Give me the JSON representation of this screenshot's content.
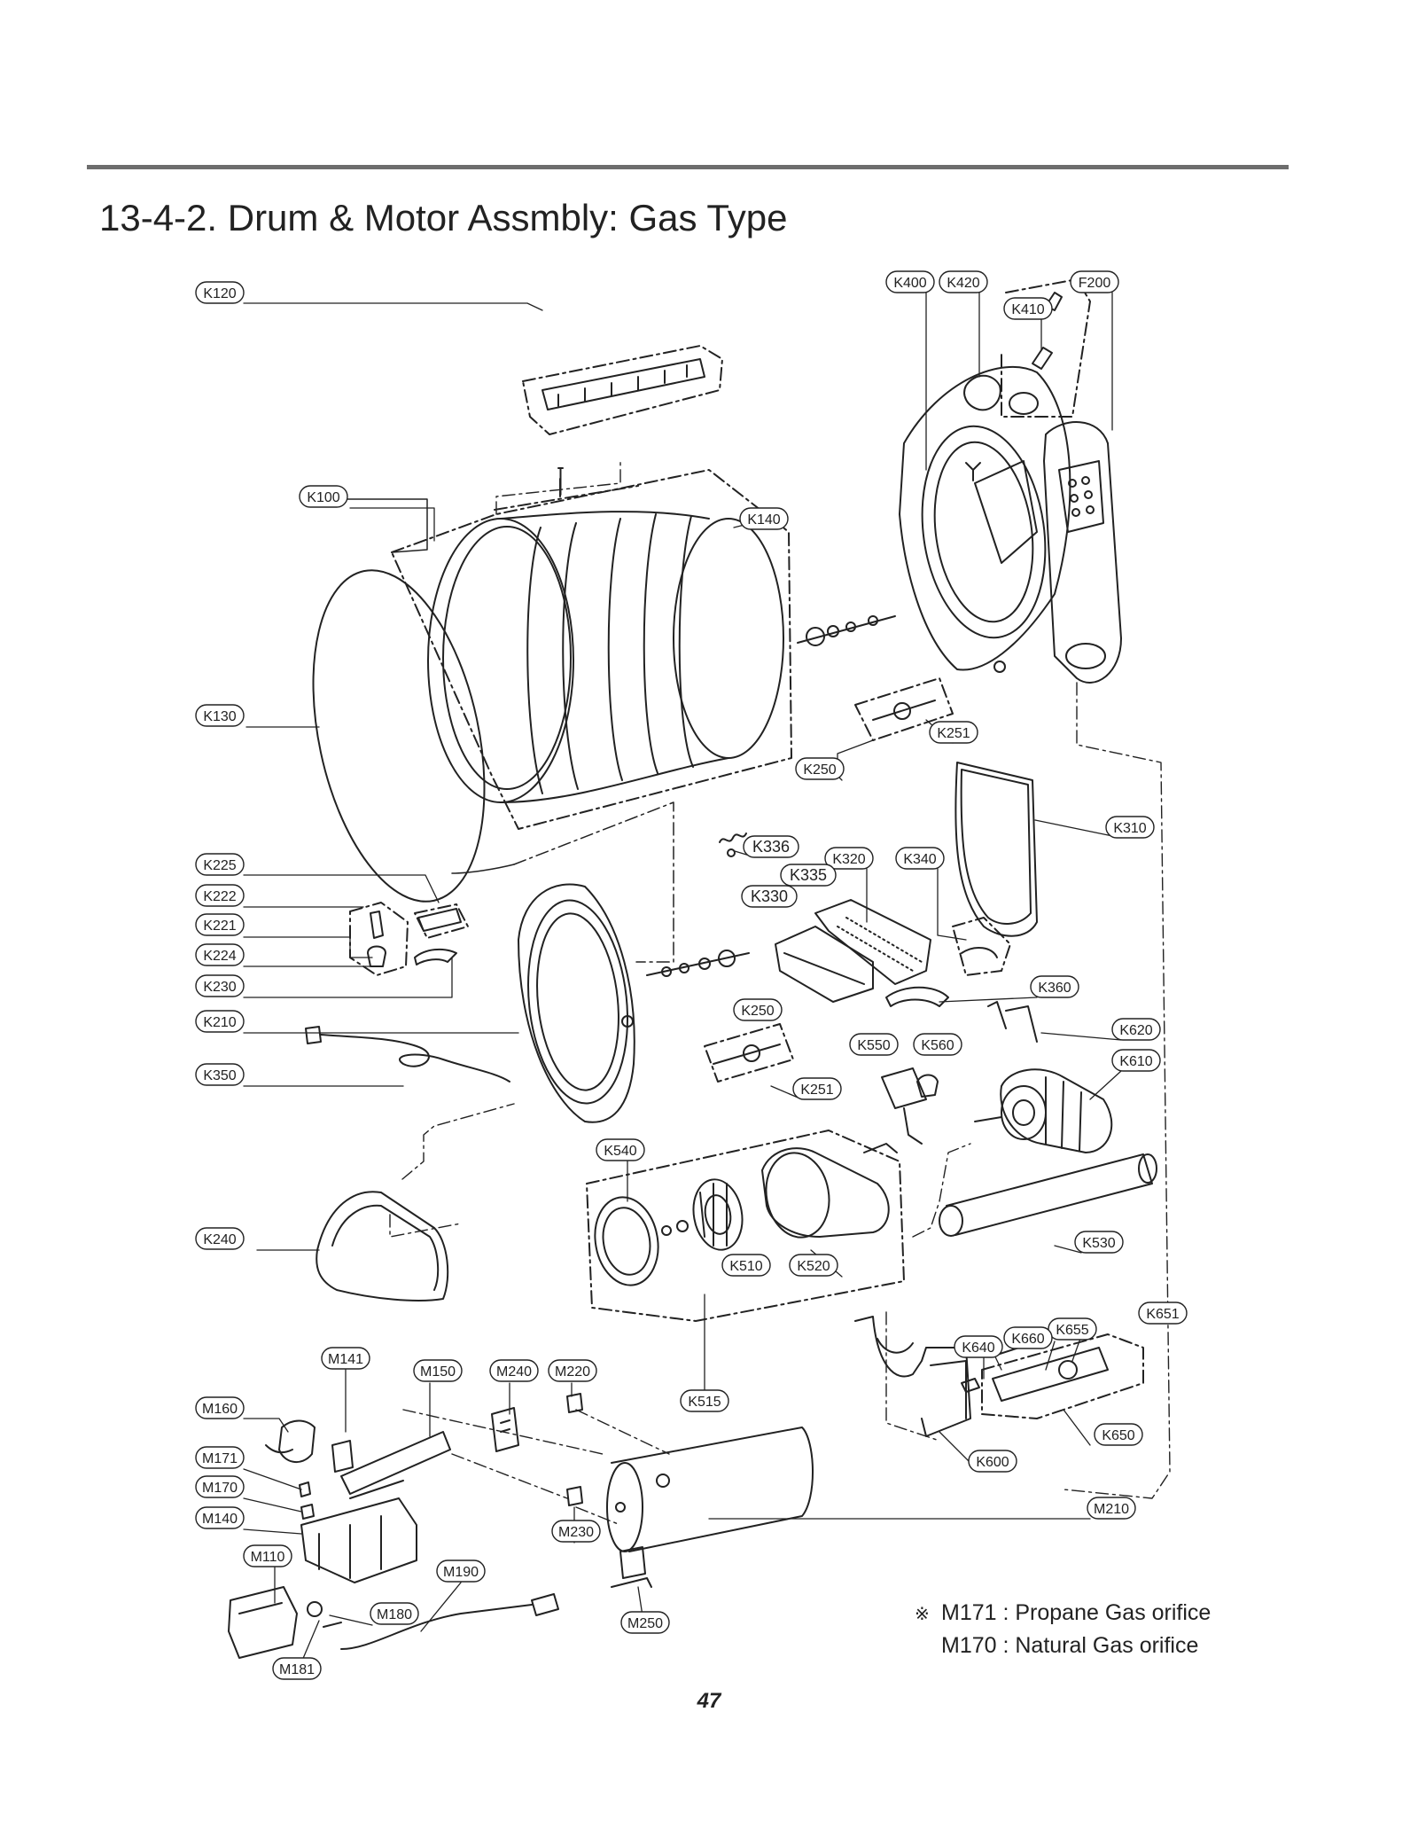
{
  "page": {
    "title": "13-4-2. Drum & Motor Assmbly: Gas Type",
    "page_number": "47"
  },
  "note": {
    "symbol": "※",
    "line1": "M171 : Propane Gas orifice",
    "line2": "M170 : Natural Gas orifice"
  },
  "labels": [
    "K400",
    "K420",
    "F200",
    "K410",
    "K120",
    "K100",
    "K140",
    "K130",
    "K251",
    "K250",
    "K310",
    "K336",
    "K320",
    "K340",
    "K225",
    "K335",
    "K222",
    "K330",
    "K221",
    "K224",
    "K230",
    "K360",
    "K250",
    "K210",
    "K620",
    "K550",
    "K560",
    "K610",
    "K350",
    "K251",
    "K540",
    "K240",
    "K530",
    "K510",
    "K520",
    "K651",
    "K655",
    "K660",
    "K640",
    "M141",
    "M150",
    "M240",
    "M220",
    "K515",
    "M160",
    "K650",
    "M171",
    "K600",
    "M170",
    "M210",
    "M140",
    "M230",
    "M110",
    "M190",
    "M180",
    "M250",
    "M181"
  ],
  "colors": {
    "rule": "#6d6d6d",
    "ink": "#222222"
  }
}
